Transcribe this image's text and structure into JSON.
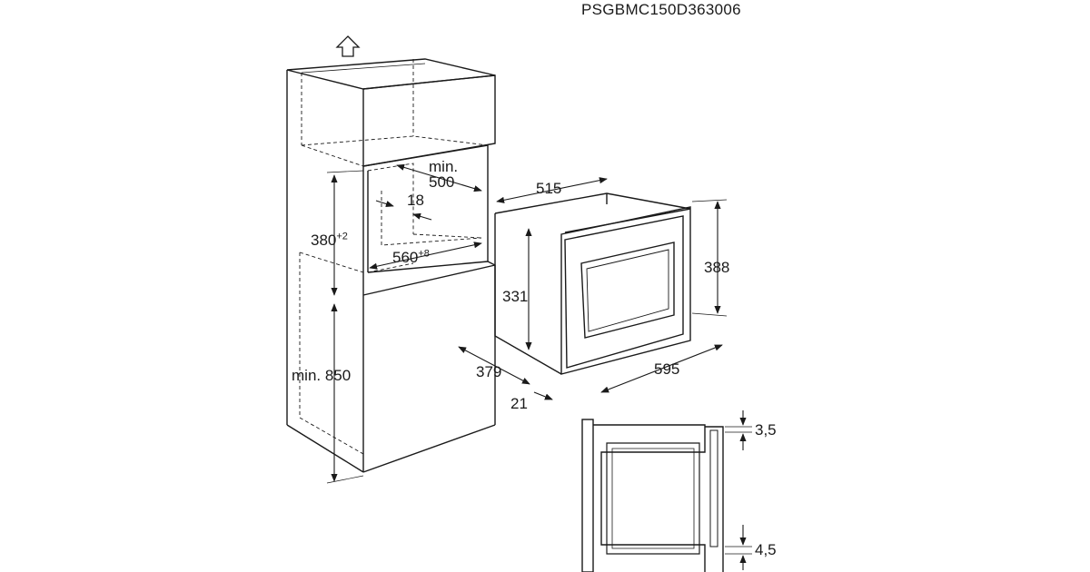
{
  "model_code": "PSGBMC150D363006",
  "up_arrow_icon": "up-arrow-icon",
  "niche": {
    "min_label": "min.",
    "depth_value": "500",
    "panel_thickness": "18",
    "height_value": "380",
    "height_tolerance": "+2",
    "width_value": "560",
    "width_tolerance": "+8",
    "cabinet_height_label": "min. 850"
  },
  "appliance": {
    "depth": "515",
    "overall_height": "388",
    "inner_height": "331",
    "side_depth": "379",
    "frame_depth": "21",
    "width": "595"
  },
  "detail": {
    "top_gap": "3,5",
    "bottom_gap": "4,5"
  }
}
